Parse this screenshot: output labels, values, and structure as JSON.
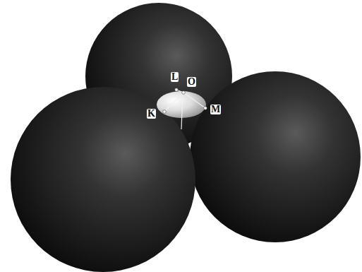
{
  "diagram": {
    "labels": [
      "L",
      "O",
      "K",
      "M"
    ]
  }
}
